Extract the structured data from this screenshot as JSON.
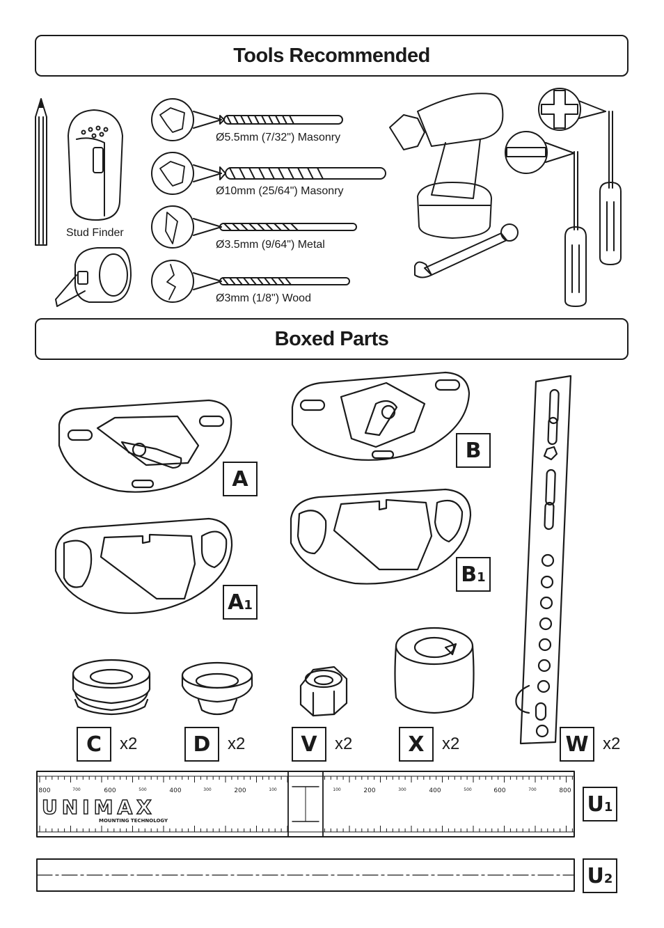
{
  "sections": {
    "tools_title": "Tools Recommended",
    "parts_title": "Boxed Parts"
  },
  "tools": {
    "stud_finder": "Stud Finder",
    "bits": [
      {
        "label": "Ø5.5mm (7/32\") Masonry",
        "icon": "masonry-bit-icon"
      },
      {
        "label": "Ø10mm (25/64\") Masonry",
        "icon": "masonry-bit-icon"
      },
      {
        "label": "Ø3.5mm (9/64\") Metal",
        "icon": "metal-bit-icon"
      },
      {
        "label": "Ø3mm (1/8\") Wood",
        "icon": "wood-bit-icon"
      }
    ],
    "other_icons": [
      "pencil-icon",
      "stud-finder-icon",
      "tape-measure-icon",
      "drill-icon",
      "wrench-icon",
      "phillips-screwdriver-icon",
      "flat-screwdriver-icon"
    ]
  },
  "parts": {
    "A": {
      "letter": "A",
      "sub": ""
    },
    "B": {
      "letter": "B",
      "sub": ""
    },
    "A1": {
      "letter": "A",
      "sub": "1"
    },
    "B1": {
      "letter": "B",
      "sub": "1"
    },
    "C": {
      "letter": "C",
      "qty": "x2"
    },
    "D": {
      "letter": "D",
      "qty": "x2"
    },
    "V": {
      "letter": "V",
      "qty": "x2"
    },
    "X": {
      "letter": "X",
      "qty": "x2"
    },
    "W": {
      "letter": "W",
      "qty": "x2"
    },
    "U1": {
      "letter": "U",
      "sub": "1"
    },
    "U2": {
      "letter": "U",
      "sub": "2"
    }
  },
  "ruler": {
    "left_marks": [
      "800",
      "700",
      "600",
      "500",
      "400",
      "300",
      "200",
      "100"
    ],
    "right_marks": [
      "100",
      "200",
      "300",
      "400",
      "500",
      "600",
      "700",
      "800"
    ],
    "brand": "UNIMAX",
    "tagline": "MOUNTING TECHNOLOGY"
  }
}
